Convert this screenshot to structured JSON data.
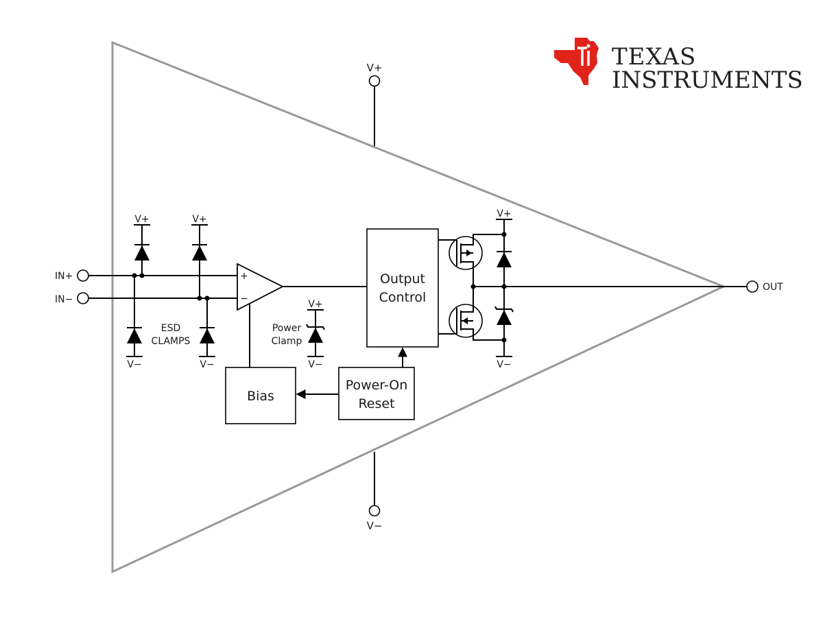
{
  "logo": {
    "line1": "TEXAS",
    "line2": "INSTRUMENTS",
    "color": "#e2231a"
  },
  "labels": {
    "in_plus": "IN+",
    "in_minus": "IN−",
    "out": "OUT",
    "vplus_top": "V+",
    "vminus_bottom": "V−",
    "esd_line1": "ESD",
    "esd_line2": "CLAMPS",
    "power_clamp_line1": "Power",
    "power_clamp_line2": "Clamp",
    "opamp_plus": "+",
    "opamp_minus": "−",
    "esd1_vplus": "V+",
    "esd2_vplus": "V+",
    "esd1_vminus": "V−",
    "esd2_vminus": "V−",
    "pclamp_vplus": "V+",
    "pclamp_vminus": "V−",
    "out_vplus": "V+",
    "out_vminus": "V−"
  },
  "blocks": {
    "output_control_line1": "Output",
    "output_control_line2": "Control",
    "bias": "Bias",
    "por_line1": "Power-On",
    "por_line2": "Reset"
  },
  "colors": {
    "triangle": "#999999",
    "wire": "#000000"
  }
}
